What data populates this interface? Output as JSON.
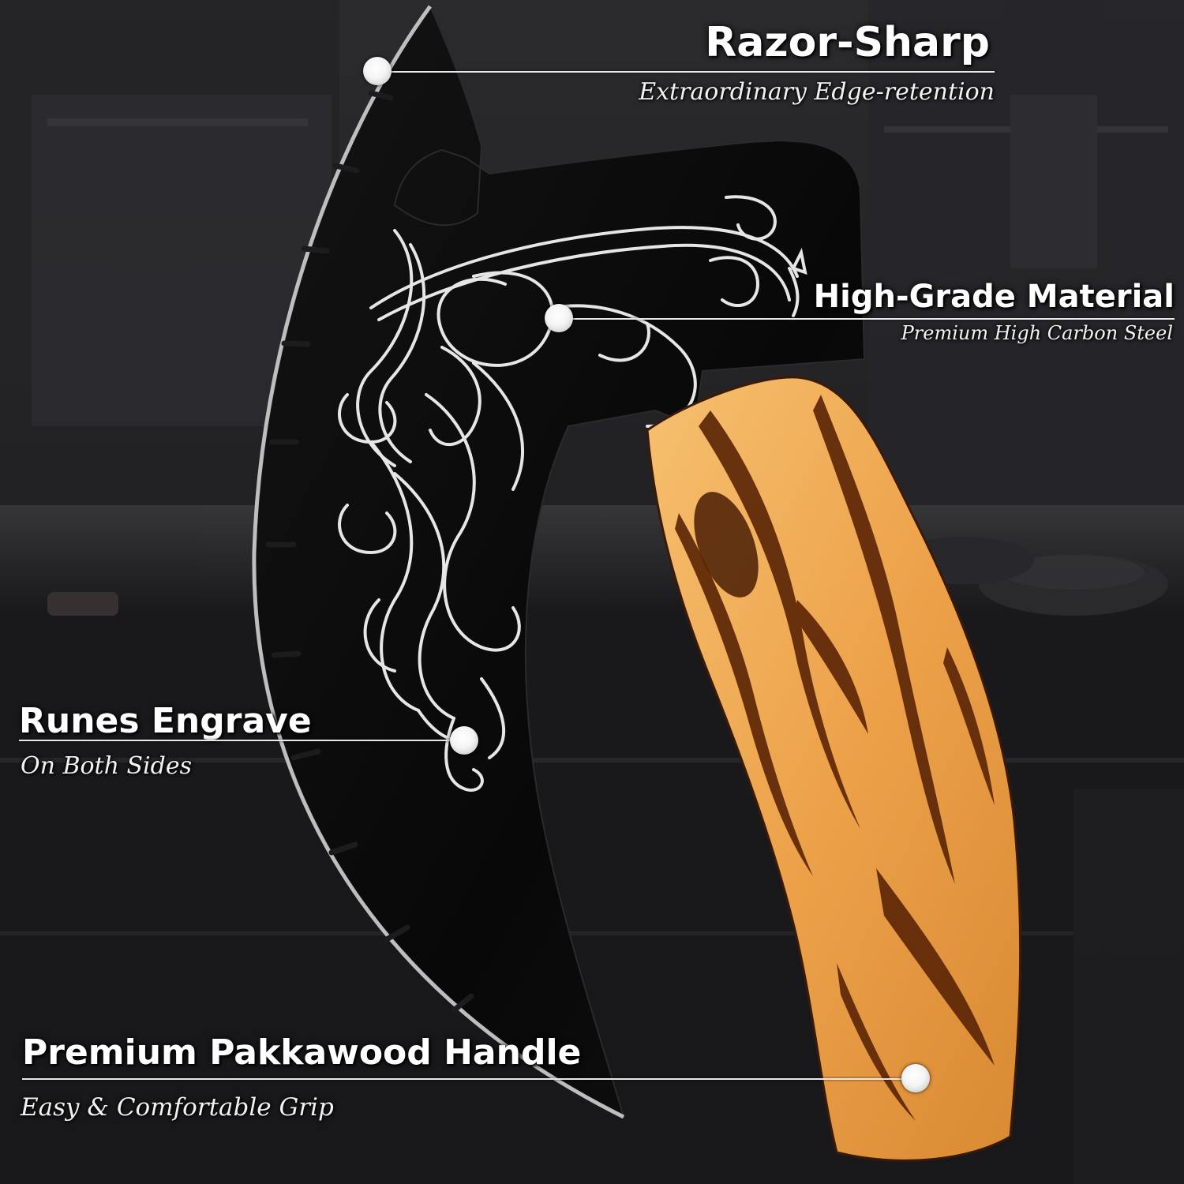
{
  "callouts": {
    "razor_sharp": {
      "title": "Razor-Sharp",
      "subtitle": "Extraordinary Edge-retention"
    },
    "high_grade": {
      "title": "High-Grade Material",
      "subtitle": "Premium High Carbon Steel"
    },
    "runes": {
      "title": "Runes Engrave",
      "subtitle": "On Both Sides"
    },
    "handle": {
      "title": "Premium Pakkawood Handle",
      "subtitle": "Easy & Comfortable Grip"
    }
  },
  "colors": {
    "background": "#1c1c1e",
    "blade": "#0b0b0b",
    "engraving": "#e6e6e6",
    "wood_light": "#f3b25a",
    "wood_dark": "#5a2405",
    "text": "#ffffff"
  }
}
